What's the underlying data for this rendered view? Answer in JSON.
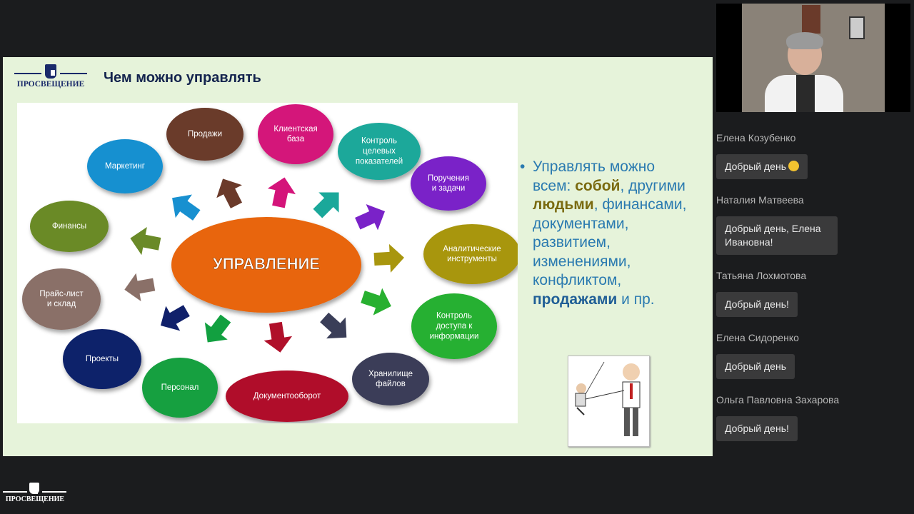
{
  "slide": {
    "logo_text": "ПРОСВЕЩЕНИЕ",
    "title": "Чем можно управлять",
    "diagram": {
      "center": {
        "label": "УПРАВЛЕНИЕ",
        "color": "#e8650a"
      },
      "nodes": [
        {
          "label": "Продажи",
          "color": "#6b3a2a"
        },
        {
          "label": "Клиентская база",
          "color": "#d4147a"
        },
        {
          "label": "Контроль целевых показателей",
          "color": "#1aa89a"
        },
        {
          "label": "Поручения и задачи",
          "color": "#7a22c8"
        },
        {
          "label": "Аналитические инструменты",
          "color": "#a8960e"
        },
        {
          "label": "Контроль доступа к информации",
          "color": "#28b030"
        },
        {
          "label": "Хранилище файлов",
          "color": "#3a3e58"
        },
        {
          "label": "Документооборот",
          "color": "#b0102a"
        },
        {
          "label": "Персонал",
          "color": "#12a040"
        },
        {
          "label": "Проекты",
          "color": "#10206a"
        },
        {
          "label": "Прайс-лист и склад",
          "color": "#8a7068"
        },
        {
          "label": "Финансы",
          "color": "#6a8a28"
        },
        {
          "label": "Маркетинг",
          "color": "#1890d0"
        }
      ]
    },
    "bullet": {
      "p1": "Управлять можно всем: ",
      "b1": "собой",
      "p2": ", другими ",
      "b2": "людьми",
      "p3": ", финансами, документами, развитием, изменениями, конфликтом, ",
      "b3": "продажами",
      "p4": " и пр."
    }
  },
  "chat": {
    "messages": [
      {
        "author": "Елена Козубенко",
        "text": "Добрый день"
      },
      {
        "author": "Наталия Матвеева",
        "text": "Добрый день, Елена Ивановна!"
      },
      {
        "author": "Татьяна Лохмотова",
        "text": "Добрый день!"
      },
      {
        "author": "Елена Сидоренко",
        "text": "Добрый день"
      },
      {
        "author": "Ольга Павловна Захарова",
        "text": "Добрый день!"
      }
    ]
  },
  "footer": {
    "logo_text": "ПРОСВЕЩЕНИЕ"
  }
}
